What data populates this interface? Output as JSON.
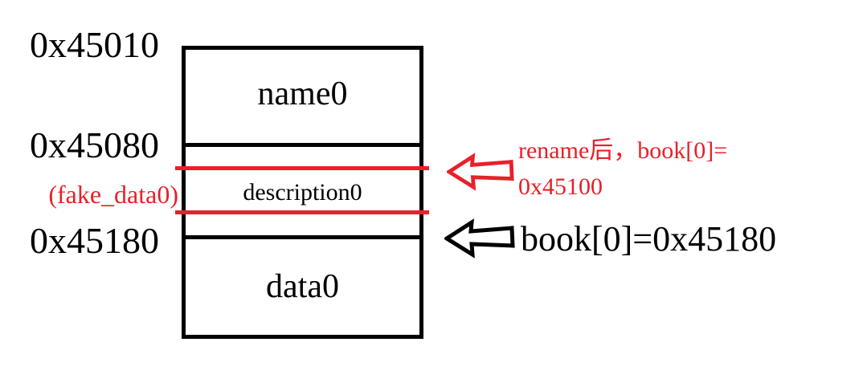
{
  "colors": {
    "red": "#e8202a",
    "black": "#000000"
  },
  "diagram": {
    "address_labels": {
      "top": "0x45010",
      "mid": "0x45080",
      "fake": "(fake_data0)",
      "low": "0x45180"
    },
    "blocks": {
      "name": "name0",
      "description": "description0",
      "data": "data0"
    },
    "annotations": {
      "red_line1": "rename后，book[0]=",
      "red_line2": "0x45100",
      "black_text": "book[0]=0x45180"
    }
  }
}
